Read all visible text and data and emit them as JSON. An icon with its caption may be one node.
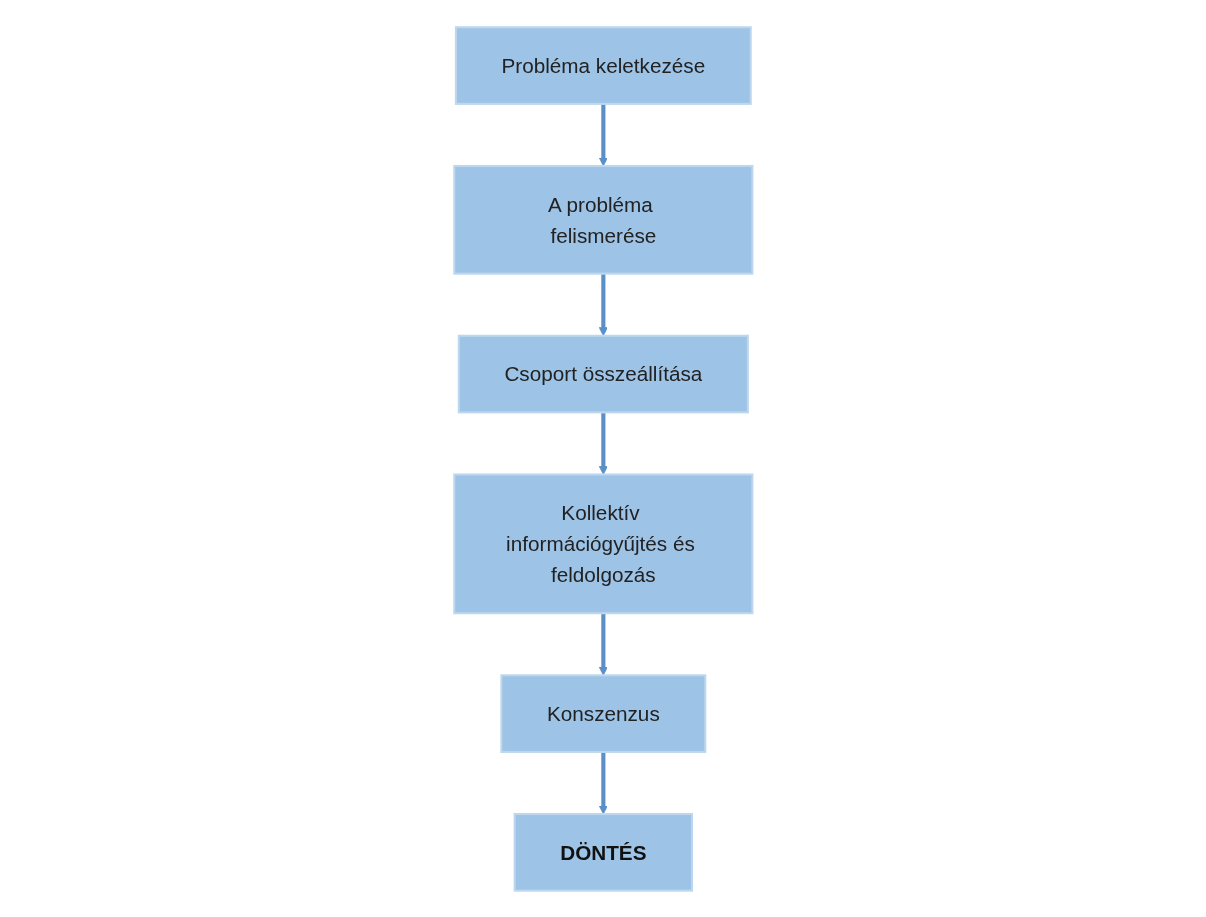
{
  "diagram": {
    "nodes": [
      {
        "text": [
          "Probléma keletkezése"
        ]
      },
      {
        "text": [
          "A probléma felismerése"
        ]
      },
      {
        "text": [
          "Csoport összeállítása"
        ]
      },
      {
        "text": [
          "Kollektív információgyűjtés és feldolgozás"
        ]
      },
      {
        "text": [
          "Konszenzus"
        ]
      },
      {
        "text": [
          "DÖNTÉS"
        ]
      }
    ],
    "edges": [
      {
        "from": 0,
        "to": 1,
        "arrow": "to"
      },
      {
        "from": 1,
        "to": 2,
        "arrow": "to"
      },
      {
        "from": 2,
        "to": 3,
        "arrow": "to"
      },
      {
        "from": 3,
        "to": 4,
        "arrow": "to"
      },
      {
        "from": 4,
        "to": 5,
        "arrow": "to"
      }
    ]
  }
}
